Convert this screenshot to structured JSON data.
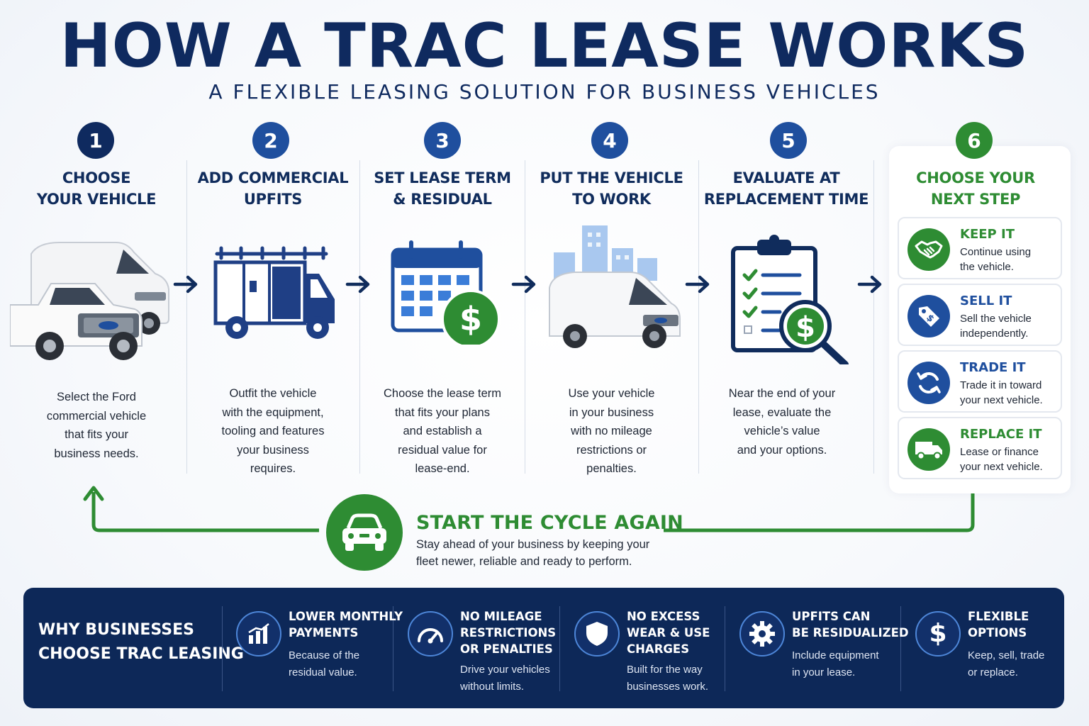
{
  "header": {
    "title": "HOW A TRAC LEASE WORKS",
    "subtitle": "A FLEXIBLE LEASING SOLUTION FOR BUSINESS VEHICLES"
  },
  "colors": {
    "navy": "#0f2a5f",
    "step_blue": "#1f4f9e",
    "green": "#2e8c33",
    "bar_navy": "#0d2858"
  },
  "steps": [
    {
      "number": "1",
      "title_line1": "CHOOSE",
      "title_line2": "YOUR VEHICLE",
      "desc": [
        "Select the Ford",
        "commercial vehicle",
        "that fits your",
        "business needs."
      ],
      "icon": "vans-and-truck-icon"
    },
    {
      "number": "2",
      "title_line1": "ADD COMMERCIAL",
      "title_line2": "UPFITS",
      "desc": [
        "Outfit the vehicle",
        "with the equipment,",
        "tooling and features",
        "your business",
        "requires."
      ],
      "icon": "utility-truck-icon"
    },
    {
      "number": "3",
      "title_line1": "SET LEASE TERM",
      "title_line2": "& RESIDUAL",
      "desc": [
        "Choose the lease term",
        "that fits your plans",
        "and establish a",
        "residual value for",
        "lease-end."
      ],
      "icon": "calendar-dollar-icon"
    },
    {
      "number": "4",
      "title_line1": "PUT THE VEHICLE",
      "title_line2": "TO WORK",
      "desc": [
        "Use your vehicle",
        "in your business",
        "with no mileage",
        "restrictions or",
        "penalties."
      ],
      "icon": "van-city-icon"
    },
    {
      "number": "5",
      "title_line1": "EVALUATE AT",
      "title_line2": "REPLACEMENT TIME",
      "desc": [
        "Near the end of your",
        "lease, evaluate the",
        "vehicle’s value",
        "and your options."
      ],
      "icon": "clipboard-magnifier-icon"
    },
    {
      "number": "6",
      "title_line1": "CHOOSE YOUR",
      "title_line2": "NEXT STEP",
      "icon": "options-icon"
    }
  ],
  "options": [
    {
      "title": "KEEP IT",
      "desc_line1": "Continue using",
      "desc_line2": "the vehicle.",
      "icon": "handshake-icon"
    },
    {
      "title": "SELL IT",
      "desc_line1": "Sell the vehicle",
      "desc_line2": "independently.",
      "icon": "price-tag-icon"
    },
    {
      "title": "TRADE IT",
      "desc_line1": "Trade it in toward",
      "desc_line2": "your next vehicle.",
      "icon": "refresh-icon"
    },
    {
      "title": "REPLACE IT",
      "desc_line1": "Lease or finance",
      "desc_line2": "your next vehicle.",
      "icon": "delivery-truck-icon"
    }
  ],
  "cycle": {
    "title": "START THE CYCLE AGAIN",
    "desc_line1": "Stay ahead of your business by keeping your",
    "desc_line2": "fleet newer, reliable and ready to perform."
  },
  "why": {
    "title_line1": "WHY BUSINESSES",
    "title_line2": "CHOOSE TRAC LEASING",
    "benefits": [
      {
        "title": [
          "LOWER MONTHLY",
          "PAYMENTS"
        ],
        "desc": [
          "Because of the",
          "residual value."
        ],
        "icon": "bar-chart-icon"
      },
      {
        "title": [
          "NO MILEAGE",
          "RESTRICTIONS",
          "OR PENALTIES"
        ],
        "desc": [
          "Drive your vehicles",
          "without limits."
        ],
        "icon": "speedometer-icon"
      },
      {
        "title": [
          "NO EXCESS",
          "WEAR & USE",
          "CHARGES"
        ],
        "desc": [
          "Built for the way",
          "businesses work."
        ],
        "icon": "shield-icon"
      },
      {
        "title": [
          "UPFITS CAN",
          "BE RESIDUALIZED"
        ],
        "desc": [
          "Include equipment",
          "in your lease."
        ],
        "icon": "gear-icon"
      },
      {
        "title": [
          "FLEXIBLE",
          "OPTIONS"
        ],
        "desc": [
          "Keep, sell, trade",
          "or replace."
        ],
        "icon": "dollar-icon"
      }
    ]
  }
}
